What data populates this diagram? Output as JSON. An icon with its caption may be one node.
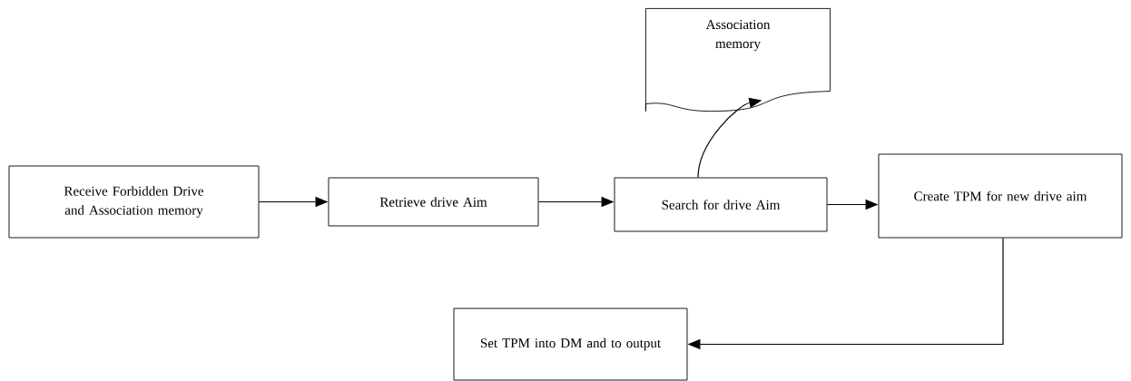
{
  "diagram": {
    "nodes": [
      {
        "text": [
          "Receive Forbidden Drive and Association memory"
        ]
      },
      {
        "text": [
          "Retrieve drive Aim"
        ]
      },
      {
        "text": [
          "Search for drive Aim"
        ]
      },
      {
        "text": [
          "Create TPM for new drive aim"
        ]
      },
      {
        "text": [
          "Set TPM into DM and to output"
        ]
      },
      {
        "text": [
          "Association memory"
        ]
      }
    ],
    "edges": [
      {
        "from": 0,
        "to": 1,
        "arrow": "to"
      },
      {
        "from": 1,
        "to": 2,
        "arrow": "to"
      },
      {
        "from": 2,
        "to": 3,
        "arrow": "to"
      },
      {
        "from": 2,
        "to": 5,
        "arrow": "to"
      },
      {
        "from": 3,
        "to": 4,
        "arrow": "to"
      }
    ]
  }
}
